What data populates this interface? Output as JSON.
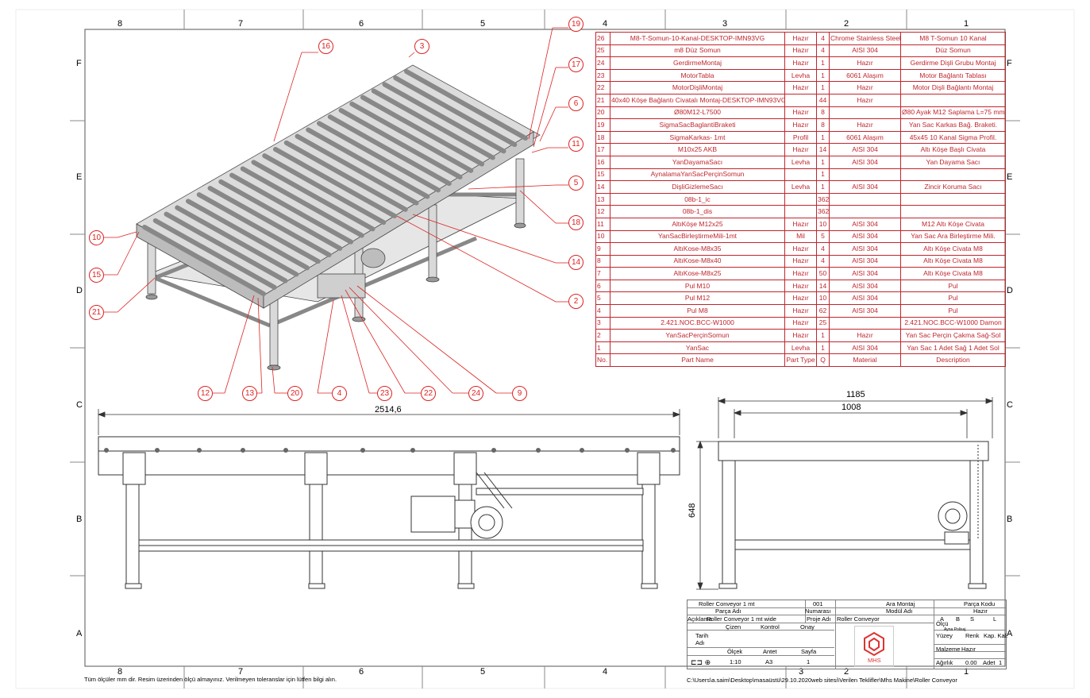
{
  "zones_top": [
    "8",
    "7",
    "6",
    "5",
    "4",
    "3",
    "2",
    "1"
  ],
  "zones_left": [
    "F",
    "E",
    "D",
    "C",
    "B",
    "A"
  ],
  "zones_right": [
    "F",
    "E",
    "D",
    "C",
    "B",
    "A"
  ],
  "bom": {
    "rows": [
      [
        "26",
        "M8-T-Somun-10-Kanal-DESKTOP-IMN93VG",
        "Hazır",
        "4",
        "Chrome Stainless Steel",
        "M8 T-Somun 10 Kanal"
      ],
      [
        "25",
        "m8 Düz Somun",
        "Hazır",
        "4",
        "AISI 304",
        "Düz Somun"
      ],
      [
        "24",
        "GerdirmeMontaj",
        "Hazır",
        "1",
        "Hazır",
        "Gerdirme Dişli Grubu Montaj"
      ],
      [
        "23",
        "MotorTabla",
        "Levha",
        "1",
        "6061 Alaşım",
        "Motor Bağlantı Tablası"
      ],
      [
        "22",
        "MotorDişliMontaj",
        "Hazır",
        "1",
        "Hazır",
        "Motor Dişli Bağlantı Montaj"
      ],
      [
        "21",
        "40x40 Köşe Bağlantı Civatalı Montaj-DESKTOP-IMN93VG",
        "",
        "44",
        "Hazır",
        ""
      ],
      [
        "20",
        "Ø80M12-L7500",
        "Hazır",
        "8",
        "",
        "Ø80 Ayak M12 Saplama L=75 mm"
      ],
      [
        "19",
        "SigmaSacBaglantiBraketi",
        "Hazır",
        "8",
        "Hazır",
        "Yan Sac Karkas Bağ. Braketi."
      ],
      [
        "18",
        "SigmaKarkas- 1mt",
        "Profil",
        "1",
        "6061 Alaşım",
        "45x45 10 Kanal Sigma Profil."
      ],
      [
        "17",
        "M10x25 AKB",
        "Hazır",
        "14",
        "AISI 304",
        "Altı Köşe Başlı Civata"
      ],
      [
        "16",
        "YanDayamaSacı",
        "Levha",
        "1",
        "AISI 304",
        "Yan Dayama Sacı"
      ],
      [
        "15",
        "AynalamaYanSacPerçinSomun",
        "",
        "1",
        "",
        ""
      ],
      [
        "14",
        "DişliGizlemeSacı",
        "Levha",
        "1",
        "AISI 304",
        "Zincir Koruma Sacı"
      ],
      [
        "13",
        "08b-1_ic",
        "",
        "362",
        "",
        ""
      ],
      [
        "12",
        "08b-1_dis",
        "",
        "362",
        "",
        ""
      ],
      [
        "11",
        "AltıKöşe M12x25",
        "Hazır",
        "10",
        "AISI 304",
        "M12 Altı Köşe Civata"
      ],
      [
        "10",
        "YanSacBirleştirmeMili-1mt",
        "Mil",
        "5",
        "AISI 304",
        "Yan Sac Ara Birleştirme Mili."
      ],
      [
        "9",
        "AltıKose-M8x35",
        "Hazır",
        "4",
        "AISI 304",
        "Altı Köşe Civata M8"
      ],
      [
        "8",
        "AltıKose-M8x40",
        "Hazır",
        "4",
        "AISI 304",
        "Altı Köşe Civata M8"
      ],
      [
        "7",
        "AltıKose-M8x25",
        "Hazır",
        "50",
        "AISI 304",
        "Altı Köşe Civata M8"
      ],
      [
        "6",
        "Pul M10",
        "Hazır",
        "14",
        "AISI 304",
        "Pul"
      ],
      [
        "5",
        "Pul M12",
        "Hazır",
        "10",
        "AISI 304",
        "Pul"
      ],
      [
        "4",
        "Pul M8",
        "Hazır",
        "62",
        "AISI 304",
        "Pul"
      ],
      [
        "3",
        "2.421.NOC.BCC-W1000",
        "Hazır",
        "25",
        "",
        "2.421.NOC.BCC-W1000 Damon"
      ],
      [
        "2",
        "YanSacPerçinSomun",
        "Hazır",
        "1",
        "Hazır",
        "Yan Sac Perçin Çakma Sağ-Sol"
      ],
      [
        "1",
        "YanSac",
        "Levha",
        "1",
        "AISI 304",
        "Yan Sac 1 Adet Sağ 1 Adet Sol"
      ]
    ],
    "header": [
      "No.",
      "Part Name",
      "Part Type",
      "Q",
      "Material",
      "Description"
    ]
  },
  "callouts": [
    "16",
    "3",
    "19",
    "17",
    "6",
    "11",
    "5",
    "18",
    "14",
    "2",
    "9",
    "24",
    "22",
    "23",
    "4",
    "20",
    "13",
    "12",
    "21",
    "15",
    "10"
  ],
  "dims": {
    "length": "2514,6",
    "width_outer": "1185",
    "width_inner": "1008",
    "height": "648"
  },
  "title_block": {
    "part_name_value": "Roller Conveyor 1 mt",
    "part_name_label": "Parça Adı",
    "part_no_value": "001",
    "part_no_label": "Numarası",
    "module_value": "Ara Montaj",
    "module_label": "Modül Adı",
    "part_code_label": "Parça Kodu",
    "part_code_value": "Hazır",
    "desc_label": "Açıklama",
    "desc_value": "Roller Conveyor 1 mt wide",
    "project_label": "Proje Adı",
    "project_value": "Roller Conveyor",
    "drawn": "Çizen",
    "checked": "Kontrol",
    "approved": "Onay",
    "date": "Tarih",
    "name": "Adı",
    "scale_label": "Ölçek",
    "scale_value": "1:10",
    "sheet_label": "Antet",
    "sheet_value": "A3",
    "page_label": "Sayfa",
    "page_value": "1",
    "olcu": "Ölçü",
    "grid_a": "A",
    "grid_b": "B",
    "grid_s": "S",
    "grid_l": "L",
    "surface": "Yüzey",
    "color": "Renk",
    "coat": "Kap. Kal.",
    "coat_sub": "Ayna Polisaj",
    "material_label": "Malzeme",
    "material_value": "Hazır",
    "weight_label": "Ağırlık",
    "weight_value": "0.00",
    "qty_label": "Adet",
    "qty_value": "1",
    "logo": "MHS"
  },
  "footer_left": "Tüm ölçüler mm dir. Resim üzerinden ölçü almayınız. Verilmeyen toleranslar için lütfen bilgi alın.",
  "footer_right": "C:\\Users\\a.saim\\Desktop\\masaüstü\\29.10.2020web sitesi\\Verilen Teklifler\\Mhs Makine\\Roller Conveyor"
}
